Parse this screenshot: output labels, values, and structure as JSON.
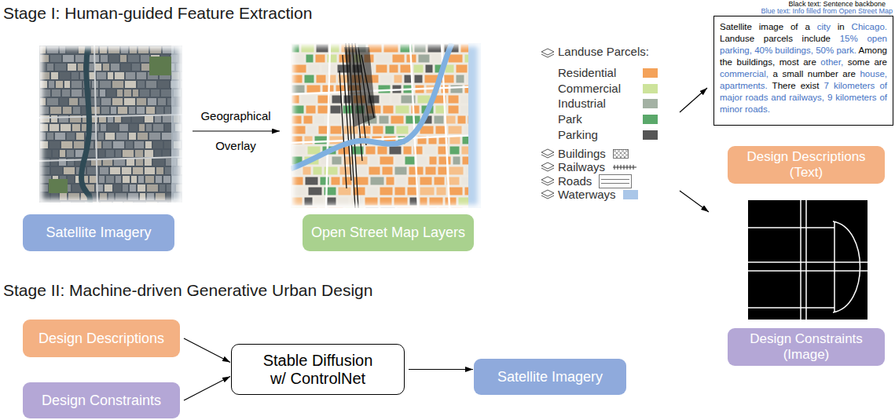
{
  "diagram": {
    "nodes": [
      {
        "text": [
          "Satellite Imagery"
        ]
      },
      {
        "text": [
          "Open Street Map Layers"
        ]
      },
      {
        "text": [
          "Satellite image of a",
          "city",
          "in",
          "Chicago.",
          "Landuse parcels include",
          "15% open parking, 40% buildings, 50% park.",
          "Among the buildings, most are",
          "other,",
          "some are",
          "commercial,",
          "a small number are",
          "house, apartments.",
          "There exist",
          "7 kilometers of major roads and railways, 9 kilometers of minor roads."
        ]
      },
      {
        "text": [
          "Design Descriptions (Text)"
        ]
      },
      {
        "text": [
          "Design Constraints (Image)"
        ]
      },
      {
        "text": [
          "Design Descriptions"
        ]
      },
      {
        "text": [
          "Design Constraints"
        ]
      },
      {
        "text": [
          "Stable Diffusion w/ ControlNet"
        ]
      },
      {
        "text": [
          "Satellite Imagery"
        ]
      }
    ],
    "edges": [
      {
        "from": 5,
        "to": 7,
        "arrow": "to"
      },
      {
        "from": 6,
        "to": 7,
        "arrow": "to"
      },
      {
        "from": 7,
        "to": 8,
        "arrow": "to"
      }
    ],
    "labels": [
      "Stage I: Human-guided Feature Extraction",
      "Geographical Overlay",
      "Landuse Parcels:",
      "Black text: Sentence backbone",
      "Blue text: Info filled from Open Street Map",
      "Stage II: Machine-driven Generative Urban Design"
    ],
    "legend": [
      {
        "text": "Residential",
        "color": "#f4a259"
      },
      {
        "text": "Commercial",
        "color": "#cde39b"
      },
      {
        "text": "Industrial",
        "color": "#a3b1a3"
      },
      {
        "text": "Park",
        "color": "#5aa86a"
      },
      {
        "text": "Parking",
        "color": "#555555"
      },
      {
        "text": "Buildings"
      },
      {
        "text": "Railways"
      },
      {
        "text": "Roads"
      },
      {
        "text": "Waterways",
        "color": "#a9c6e8"
      }
    ]
  }
}
